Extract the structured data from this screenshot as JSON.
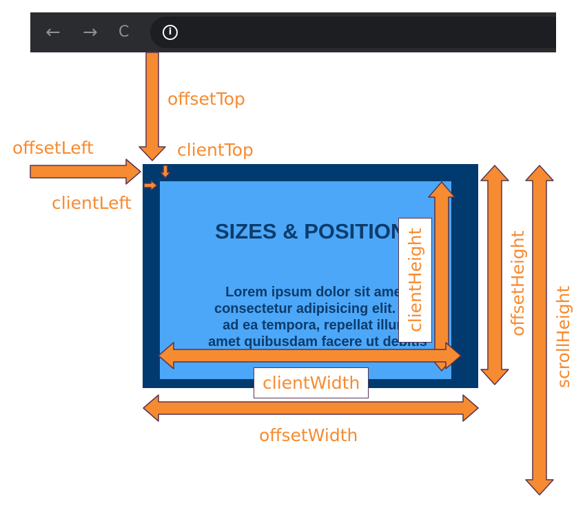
{
  "browser": {
    "back_icon": "←",
    "forward_icon": "→",
    "reload_icon": "C",
    "info_icon": "i"
  },
  "element": {
    "heading": "SIZES & POSITIONS",
    "paragraph_lines": [
      "Lorem ipsum dolor sit amet,",
      "consectetur adipisicing elit. Hic",
      "ad ea tempora, repellat illum,",
      "amet quibusdam facere ut debitis"
    ]
  },
  "labels": {
    "offset_top": "offsetTop",
    "offset_left": "offsetLeft",
    "client_top": "clientTop",
    "client_left": "clientLeft",
    "client_height": "clientHeight",
    "offset_height": "offsetHeight",
    "scroll_height": "scrollHeight",
    "client_width": "clientWidth",
    "offset_width": "offsetWidth"
  },
  "colors": {
    "arrow_fill": "#f68b31",
    "arrow_stroke": "#58334f",
    "label": "#f68b31",
    "element_border": "#003a6e",
    "element_client": "#4ca7f8"
  }
}
